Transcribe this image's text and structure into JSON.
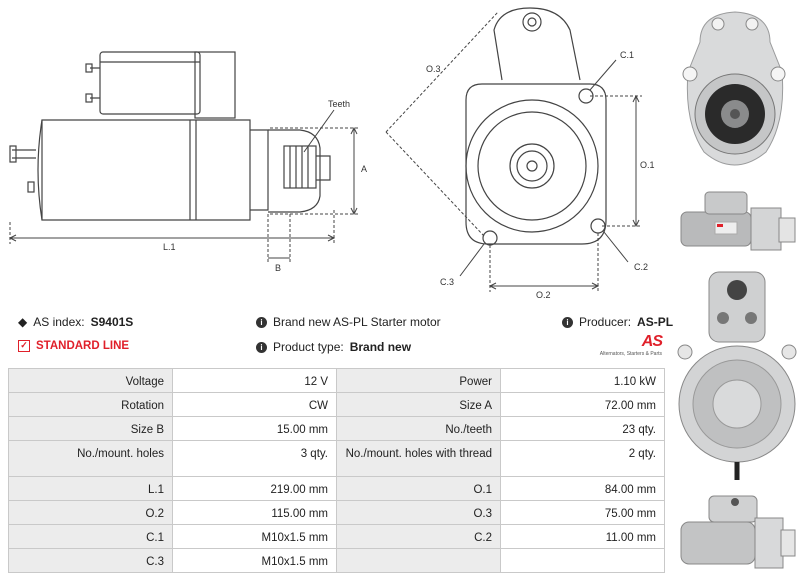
{
  "drawing_side": {
    "labels": {
      "teeth": "Teeth",
      "a": "A",
      "b": "B",
      "l1": "L.1"
    }
  },
  "drawing_front": {
    "labels": {
      "o3": "O.3",
      "c1": "C.1",
      "o1": "O.1",
      "c2": "C.2",
      "c3": "C.3",
      "o2": "O.2"
    }
  },
  "info": {
    "as_index_label": "AS index:",
    "as_index_value": "S9401S",
    "standard_line": "STANDARD LINE",
    "description": "Brand new AS-PL Starter motor",
    "product_type_label": "Product type:",
    "product_type_value": "Brand new",
    "producer_label": "Producer:",
    "producer_value": "AS-PL",
    "logo_text": "AS",
    "logo_tagline": "Alternators, Starters & Parts"
  },
  "spec_rows": [
    {
      "k1": "Voltage",
      "v1": "12 V",
      "k2": "Power",
      "v2": "1.10 kW"
    },
    {
      "k1": "Rotation",
      "v1": "CW",
      "k2": "Size A",
      "v2": "72.00 mm"
    },
    {
      "k1": "Size B",
      "v1": "15.00 mm",
      "k2": "No./teeth",
      "v2": "23 qty."
    },
    {
      "k1": "No./mount. holes",
      "v1": "3 qty.",
      "k2": "No./mount. holes with thread",
      "v2": "2 qty."
    },
    {
      "k1": "L.1",
      "v1": "219.00 mm",
      "k2": "O.1",
      "v2": "84.00 mm"
    },
    {
      "k1": "O.2",
      "v1": "115.00 mm",
      "k2": "O.3",
      "v2": "75.00 mm"
    },
    {
      "k1": "C.1",
      "v1": "M10x1.5 mm",
      "k2": "C.2",
      "v2": "11.00 mm"
    },
    {
      "k1": "C.3",
      "v1": "M10x1.5 mm",
      "k2": "",
      "v2": ""
    }
  ],
  "colors": {
    "accent_red": "#e0202a",
    "key_bg": "#ececec",
    "border": "#c9c9c9"
  }
}
